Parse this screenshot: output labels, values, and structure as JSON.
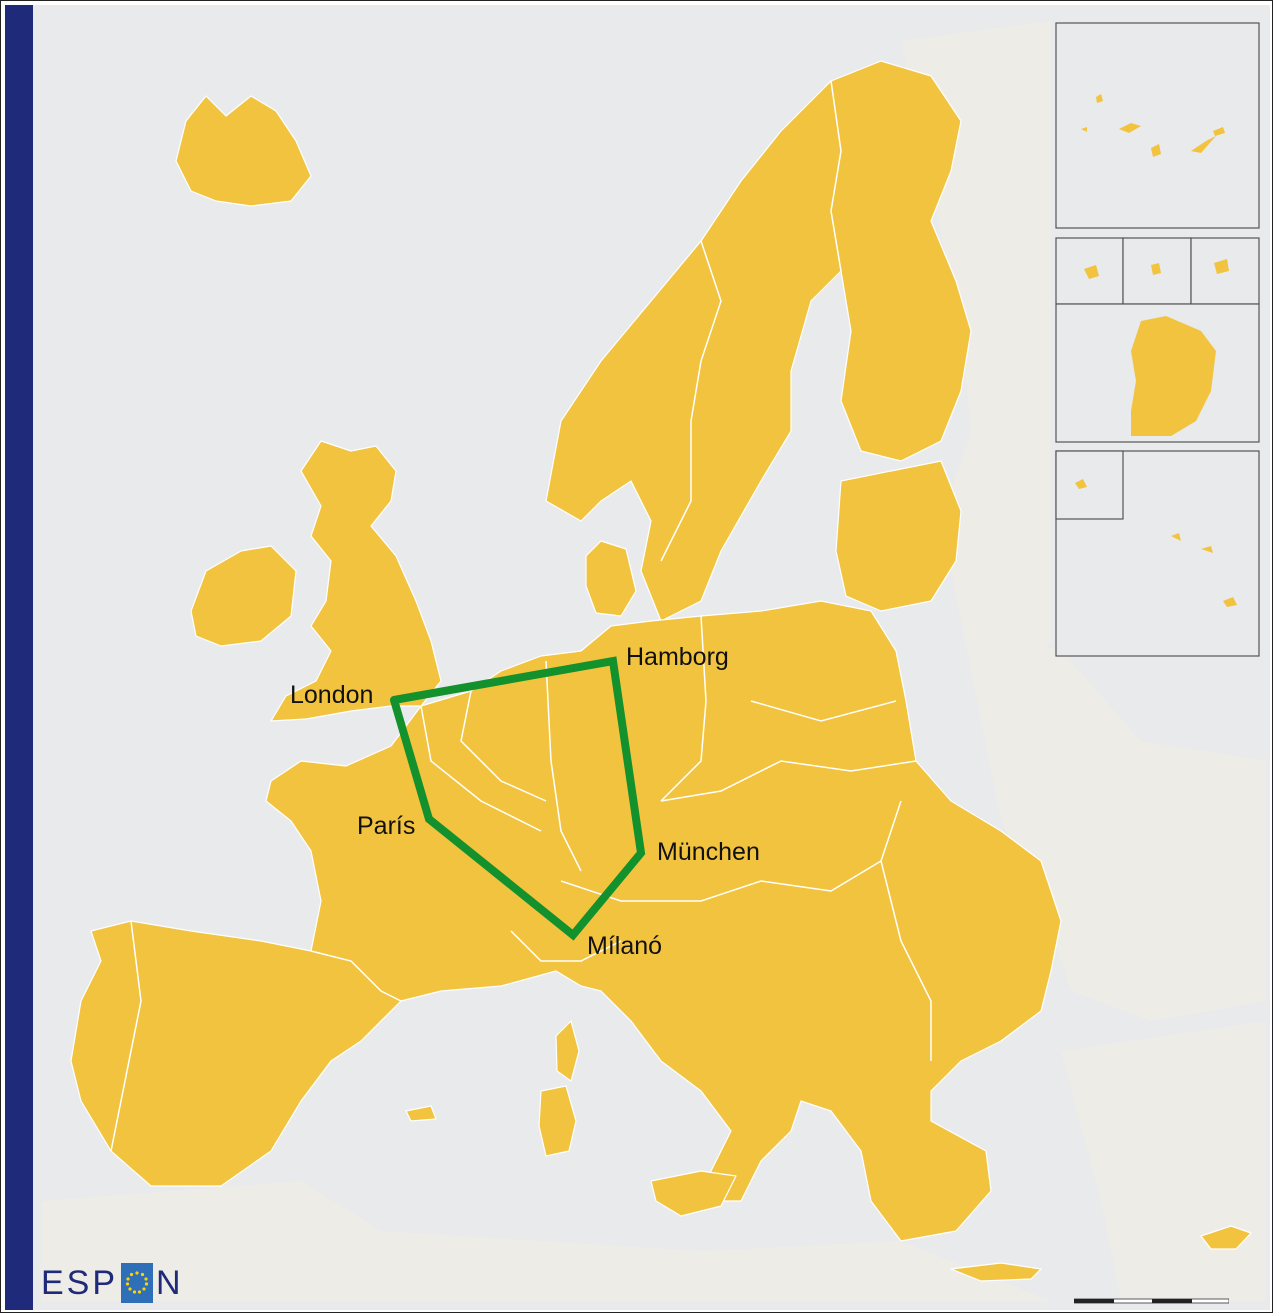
{
  "map": {
    "colors": {
      "sea": "#e8eaec",
      "land": "#f2c33f",
      "non_espon_land": "#eeece6",
      "border": "#ffffff",
      "route": "#12912c",
      "frame_bar": "#1f2a7a"
    },
    "cities": [
      {
        "name": "London"
      },
      {
        "name": "Hamborg"
      },
      {
        "name": "París"
      },
      {
        "name": "München"
      },
      {
        "name": "Mílanó"
      }
    ],
    "route_sequence": [
      "London",
      "Hamborg",
      "München",
      "Mílanó",
      "París",
      "London"
    ]
  },
  "logo": {
    "text_left": "ESP",
    "text_right": "N"
  }
}
